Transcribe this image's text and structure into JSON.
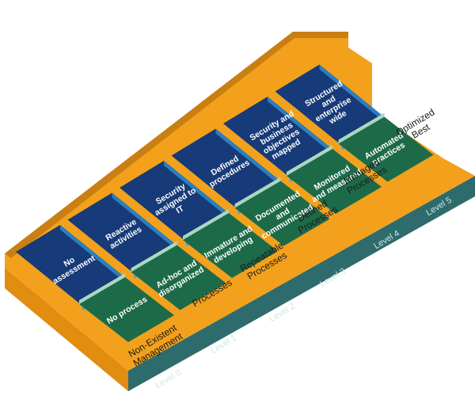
{
  "diagram": {
    "colors": {
      "blue_tile": "#173a78",
      "green_tile": "#1d6a49",
      "orange": "#f3a11c",
      "orange_light": "#f6c05a",
      "orange_dark": "#c97f12",
      "teal_band": "#2e6b6d",
      "cyan_edge": "#3aa6dc",
      "mint_edge": "#a7d9bf"
    },
    "blue_tiles": [
      "No assessment",
      "Reactive activities",
      "Security assigned to IT",
      "Defined procedures",
      "Security and business objectives mapped",
      "Structured and enterprise wide"
    ],
    "green_tiles": [
      "No process",
      "Ad-hoc and disorganized",
      "Immature and developing",
      "Documented and communicated",
      "Monitored and measured",
      "Automated practices"
    ],
    "step_labels": [
      "Non-Existent Management",
      "Processes",
      "Repeatable Processes",
      "Defined Processes",
      "Managed Processes",
      "Optimized Best"
    ],
    "levels": [
      "Level 0",
      "Level 1",
      "Level 2",
      "Level 3",
      "Level 4",
      "Level 5"
    ]
  }
}
